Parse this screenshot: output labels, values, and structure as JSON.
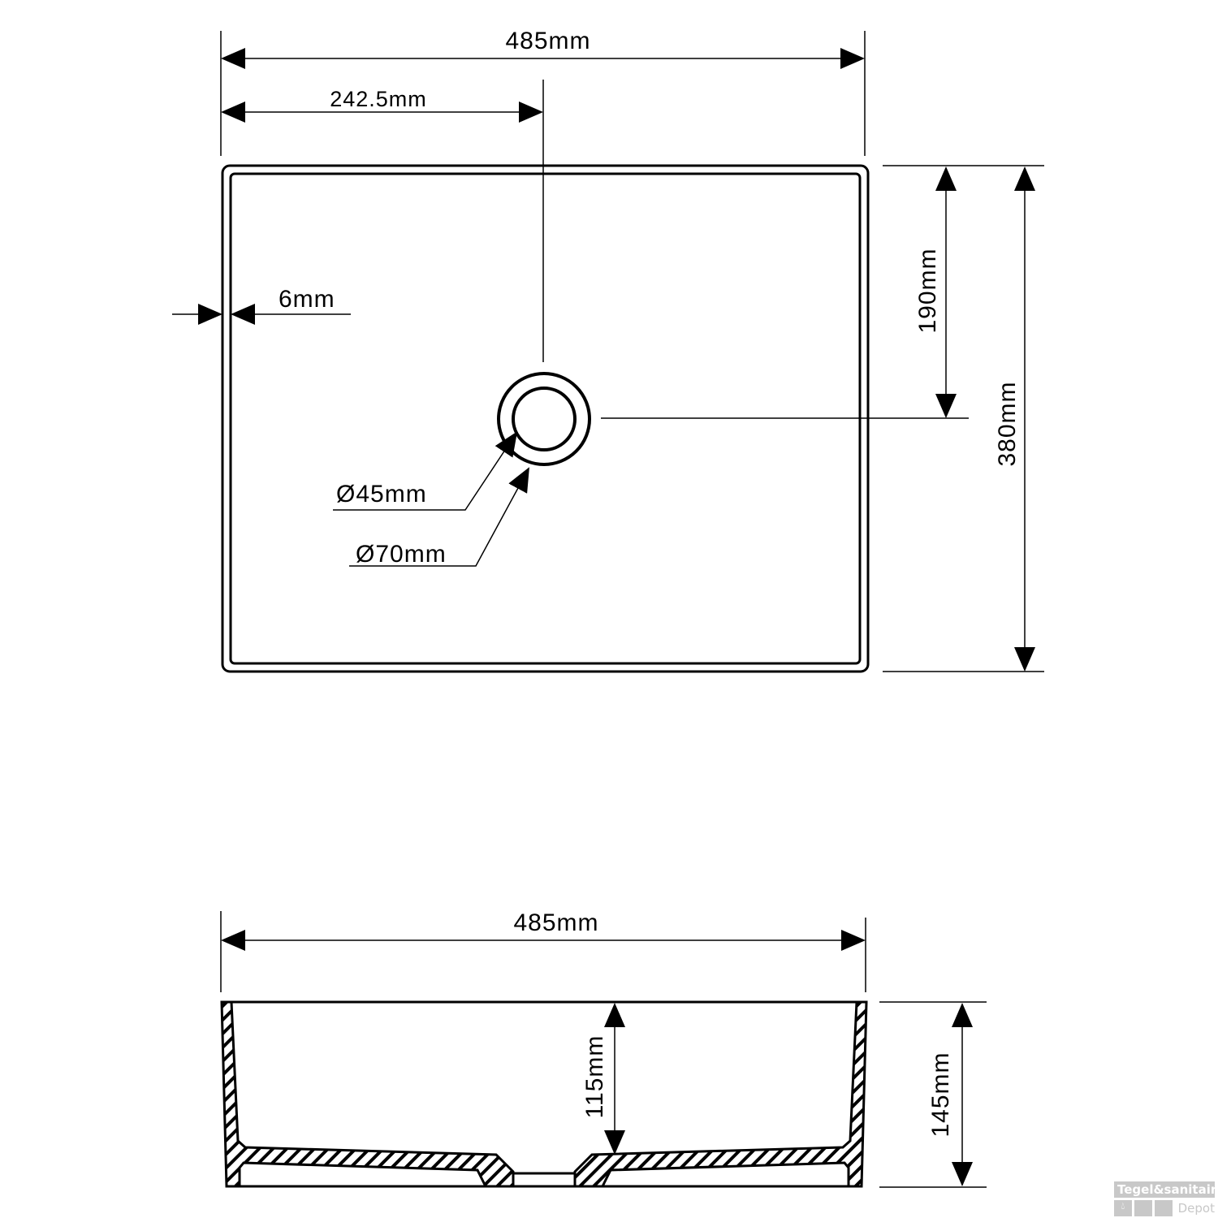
{
  "top_view": {
    "width_label": "485mm",
    "half_width_label": "242.5mm",
    "rim_label": "6mm",
    "half_depth_label": "190mm",
    "depth_label": "380mm",
    "drain_inner_label": "Ø45mm",
    "drain_outer_label": "Ø70mm"
  },
  "side_view": {
    "width_label": "485mm",
    "inner_depth_label": "115mm",
    "height_label": "145mm"
  },
  "watermark": {
    "brand": "Tegel&sanitair",
    "sub": "Depot"
  }
}
